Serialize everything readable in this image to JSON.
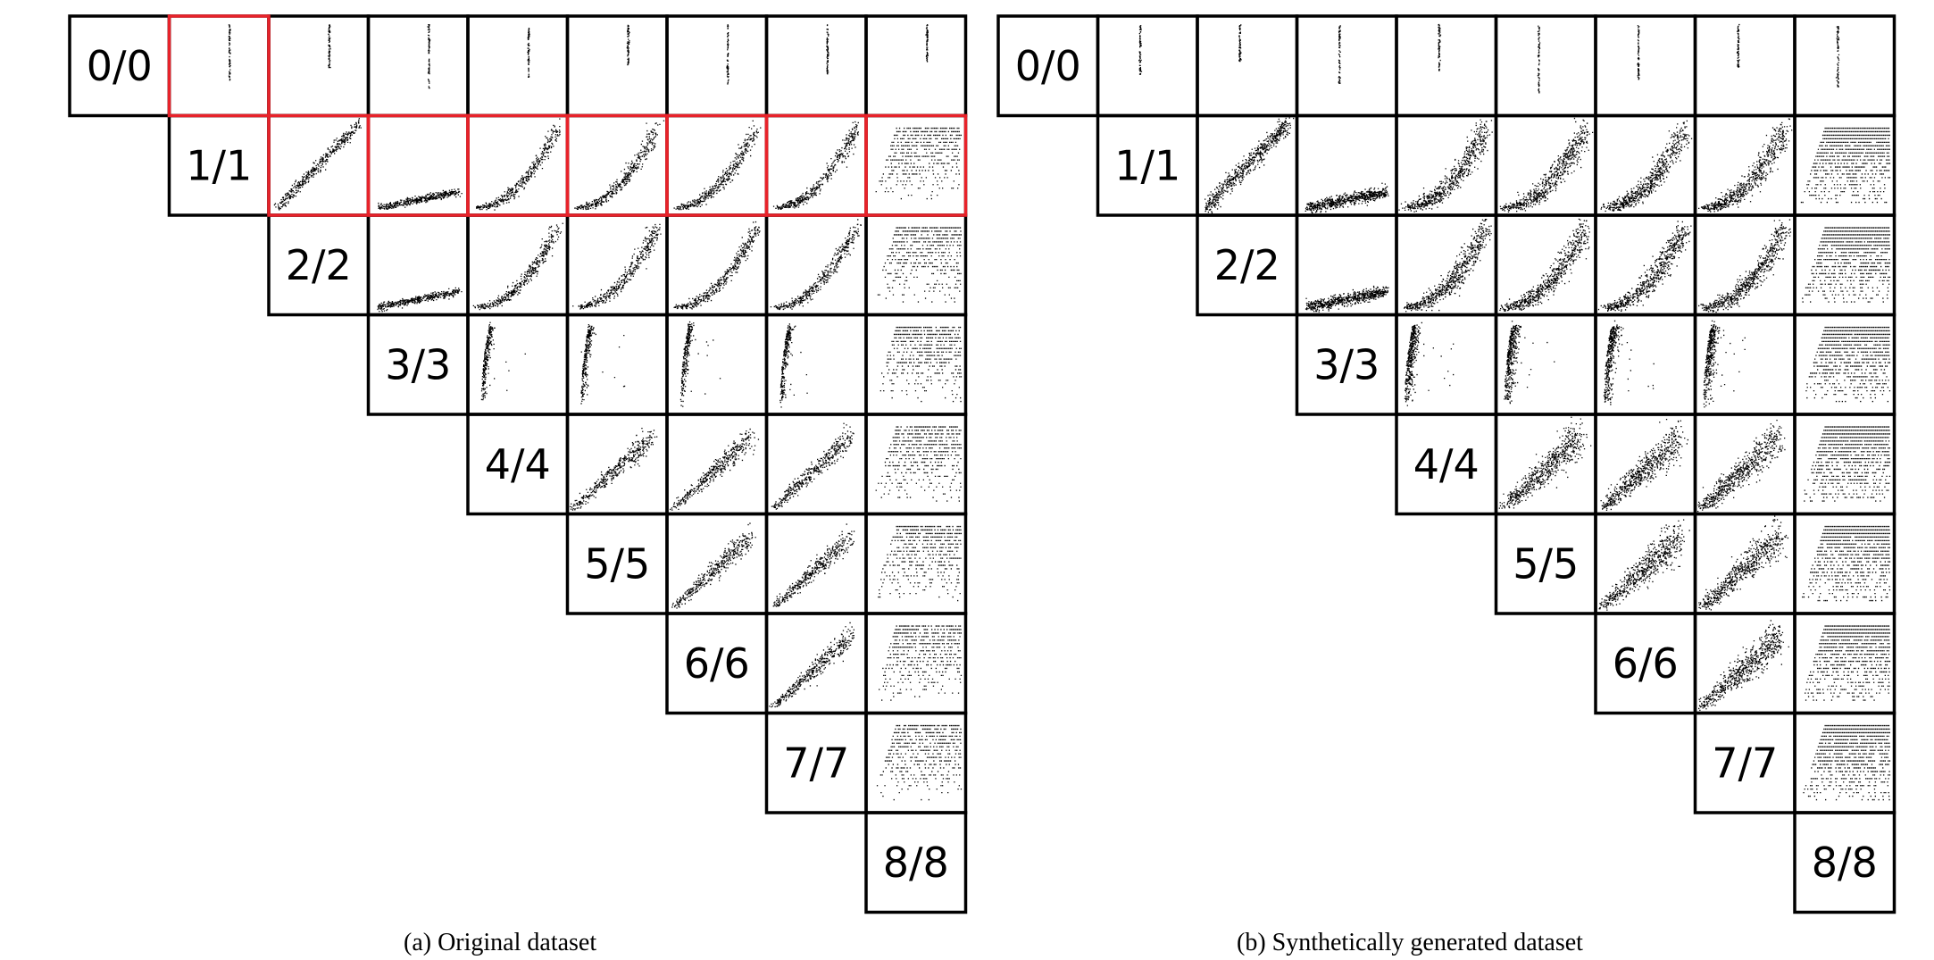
{
  "chart_data": [
    {
      "type": "scatter",
      "kind": "lower-triangle scatter-plot matrix",
      "caption": "(a)  Original dataset",
      "diagonal_labels": [
        "0/0",
        "1/1",
        "2/2",
        "3/3",
        "4/4",
        "5/5",
        "6/6",
        "7/7",
        "8/8"
      ],
      "highlighted_color": "#e8222a",
      "highlighted_cells": [
        {
          "row": 0,
          "col": 1
        },
        {
          "row": 1,
          "col": 2
        },
        {
          "row": 1,
          "col": 3
        },
        {
          "row": 1,
          "col": 4
        },
        {
          "row": 1,
          "col": 5
        },
        {
          "row": 1,
          "col": 6
        },
        {
          "row": 1,
          "col": 7
        },
        {
          "row": 1,
          "col": 8
        }
      ],
      "point_color": "#000000",
      "axes_shown": false
    },
    {
      "type": "scatter",
      "kind": "lower-triangle scatter-plot matrix",
      "caption": "(b)  Synthetically generated dataset",
      "diagonal_labels": [
        "0/0",
        "1/1",
        "2/2",
        "3/3",
        "4/4",
        "5/5",
        "6/6",
        "7/7",
        "8/8"
      ],
      "highlighted_cells": [],
      "point_color": "#000000",
      "axes_shown": false
    }
  ]
}
